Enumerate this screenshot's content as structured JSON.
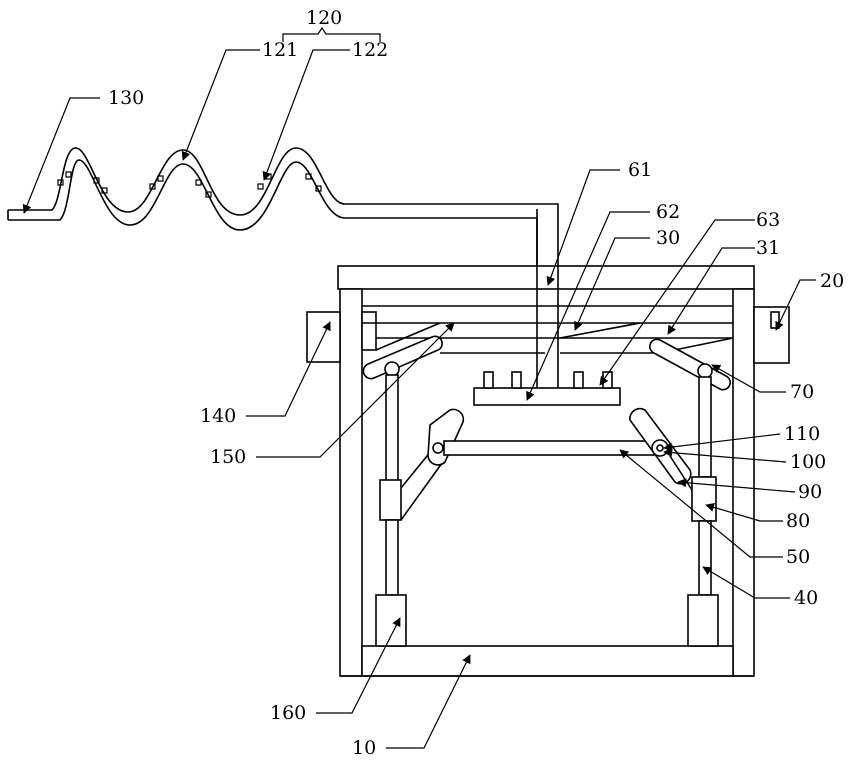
{
  "diagram": {
    "labels": {
      "l10": "10",
      "l20": "20",
      "l30": "30",
      "l31": "31",
      "l40": "40",
      "l50": "50",
      "l61": "61",
      "l62": "62",
      "l63": "63",
      "l70": "70",
      "l80": "80",
      "l90": "90",
      "l100": "100",
      "l110": "110",
      "l120": "120",
      "l121": "121",
      "l122": "122",
      "l130": "130",
      "l140": "140",
      "l150": "150",
      "l160": "160"
    }
  }
}
